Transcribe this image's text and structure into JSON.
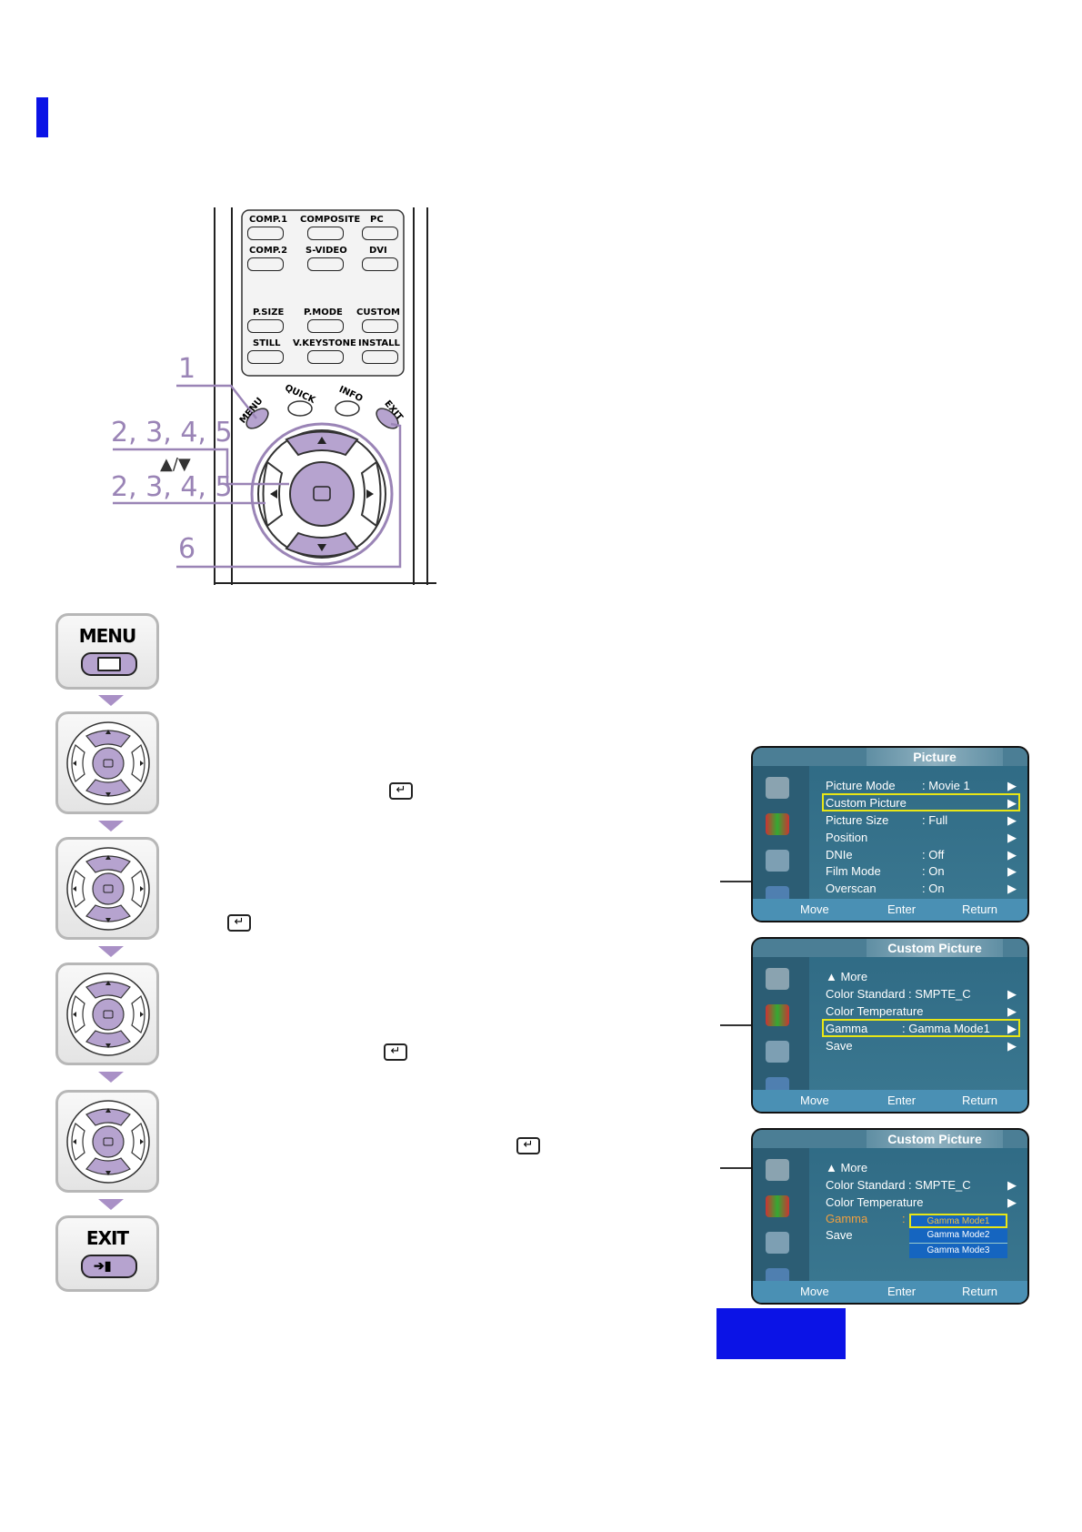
{
  "remote": {
    "source_buttons": [
      [
        "COMP.1",
        "COMPOSITE",
        "PC"
      ],
      [
        "COMP.2",
        "S-VIDEO",
        "DVI"
      ]
    ],
    "function_buttons": [
      [
        "P.SIZE",
        "P.MODE",
        "CUSTOM"
      ],
      [
        "STILL",
        "V.KEYSTONE",
        "INSTALL"
      ]
    ],
    "nav_buttons": [
      "MENU",
      "QUICK",
      "INFO",
      "EXIT"
    ],
    "callouts": [
      "1",
      "2, 3, 4, 5",
      "▲/▼",
      "2, 3, 4, 5",
      "6"
    ]
  },
  "steps": {
    "menu_label": "MENU",
    "exit_label": "EXIT"
  },
  "enter_glyph": "↵",
  "osd_screens": [
    {
      "title": "Picture",
      "rows": [
        {
          "label": "Picture Mode",
          "value": ": Movie 1",
          "arrow": "▶"
        },
        {
          "label": "Custom Picture",
          "value": "",
          "arrow": "▶"
        },
        {
          "label": "Picture Size",
          "value": ": Full",
          "arrow": "▶"
        },
        {
          "label": "Position",
          "value": "",
          "arrow": "▶"
        },
        {
          "label": "DNIe",
          "value": ": Off",
          "arrow": "▶"
        },
        {
          "label": "Film Mode",
          "value": ": On",
          "arrow": "▶"
        },
        {
          "label": "Overscan",
          "value": ": On",
          "arrow": "▶"
        }
      ],
      "footer": [
        "Move",
        "Enter",
        "Return"
      ]
    },
    {
      "title": "Custom Picture",
      "rows": [
        {
          "label": "▲ More",
          "value": "",
          "arrow": ""
        },
        {
          "label": "Color Standard : SMPTE_C",
          "value": "",
          "arrow": "▶"
        },
        {
          "label": "Color Temperature",
          "value": "",
          "arrow": "▶"
        },
        {
          "label": "Gamma",
          "value": ": Gamma Mode1",
          "arrow": "▶"
        },
        {
          "label": "Save",
          "value": "",
          "arrow": "▶"
        }
      ],
      "footer": [
        "Move",
        "Enter",
        "Return"
      ]
    },
    {
      "title": "Custom Picture",
      "rows": [
        {
          "label": "▲ More",
          "value": "",
          "arrow": ""
        },
        {
          "label": "Color Standard : SMPTE_C",
          "value": "",
          "arrow": "▶"
        },
        {
          "label": "Color Temperature",
          "value": "",
          "arrow": "▶"
        },
        {
          "label": "Gamma",
          "value": ":",
          "arrow": ""
        },
        {
          "label": "Save",
          "value": "",
          "arrow": ""
        }
      ],
      "options": [
        "Gamma Mode1",
        "Gamma Mode2",
        "Gamma Mode3"
      ],
      "footer": [
        "Move",
        "Enter",
        "Return"
      ]
    }
  ],
  "colors": {
    "accent_blue": "#0b13e6",
    "callout_purple": "#9a84b6",
    "button_purple": "#b6a3cf",
    "highlight_yellow": "#e8e615",
    "osd_panel": "#2f6a84",
    "osd_footer": "#4a90b4",
    "gamma_orange": "#f0a040",
    "option_blue": "#1565c0"
  }
}
